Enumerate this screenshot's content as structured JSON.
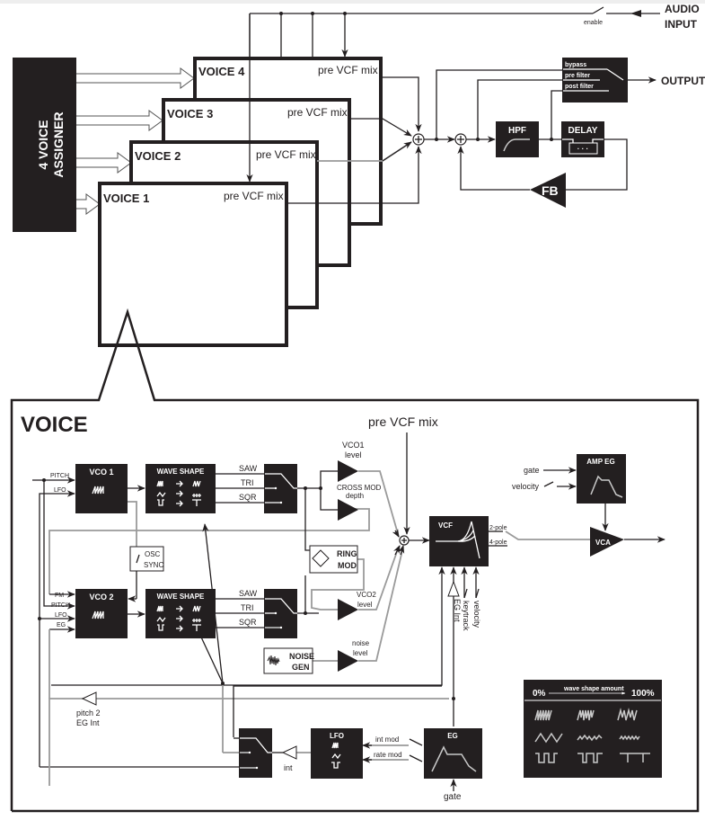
{
  "overview": {
    "assigner_label": [
      "4 VOICE",
      "ASSIGNER"
    ],
    "voices": [
      {
        "title": "VOICE 4",
        "output_label": "pre VCF mix"
      },
      {
        "title": "VOICE 3",
        "output_label": "pre VCF mix"
      },
      {
        "title": "VOICE 2",
        "output_label": "pre VCF mix"
      },
      {
        "title": "VOICE 1",
        "output_label": "pre VCF mix"
      }
    ],
    "audio_input_label": [
      "AUDIO",
      "INPUT"
    ],
    "enable_label": "enable",
    "output_label": "OUTPUT",
    "output_switch": {
      "options": [
        "bypass",
        "pre filter",
        "post filter"
      ]
    },
    "hpf_label": "HPF",
    "delay_label": "DELAY",
    "delay_dots": "· · ·",
    "fb_label": "FB"
  },
  "voice_detail": {
    "title": "VOICE",
    "pre_vcf_mix_label": "pre VCF mix",
    "vco1": {
      "title": "VCO 1",
      "inputs": [
        "PITCH",
        "LFO"
      ]
    },
    "vco2": {
      "title": "VCO 2",
      "inputs": [
        "FM",
        "PITCH",
        "LFO",
        "EG"
      ]
    },
    "wave_shape_title": "WAVE SHAPE",
    "wave_outputs": [
      "SAW",
      "TRI",
      "SQR"
    ],
    "osc_sync_label": [
      "OSC",
      "SYNC"
    ],
    "vco1_level_label": [
      "VCO1",
      "level"
    ],
    "cross_mod_label": [
      "CROSS MOD",
      "depth"
    ],
    "ring_mod_label": [
      "RING",
      "MOD"
    ],
    "vco2_level_label": [
      "VCO2",
      "level"
    ],
    "noise_gen_label": [
      "NOISE",
      "GEN"
    ],
    "noise_level_label": [
      "noise",
      "level"
    ],
    "vcf": {
      "title": "VCF",
      "outputs": [
        "2-pole",
        "4-pole"
      ],
      "mod_inputs": [
        "EG Int",
        "keytrack",
        "velocity"
      ]
    },
    "amp_eg": {
      "title": "AMP EG",
      "inputs": [
        "gate",
        "velocity"
      ]
    },
    "vca_label": "VCA",
    "pitch2_eg_int_label": [
      "pitch 2",
      "EG Int"
    ],
    "lfo": {
      "title": "LFO",
      "mod_inputs": [
        "int mod",
        "rate mod"
      ]
    },
    "int_label": "int",
    "eg": {
      "title": "EG",
      "input": "gate"
    },
    "legend": {
      "start": "0%",
      "caption": "wave shape amount",
      "end": "100%"
    }
  }
}
